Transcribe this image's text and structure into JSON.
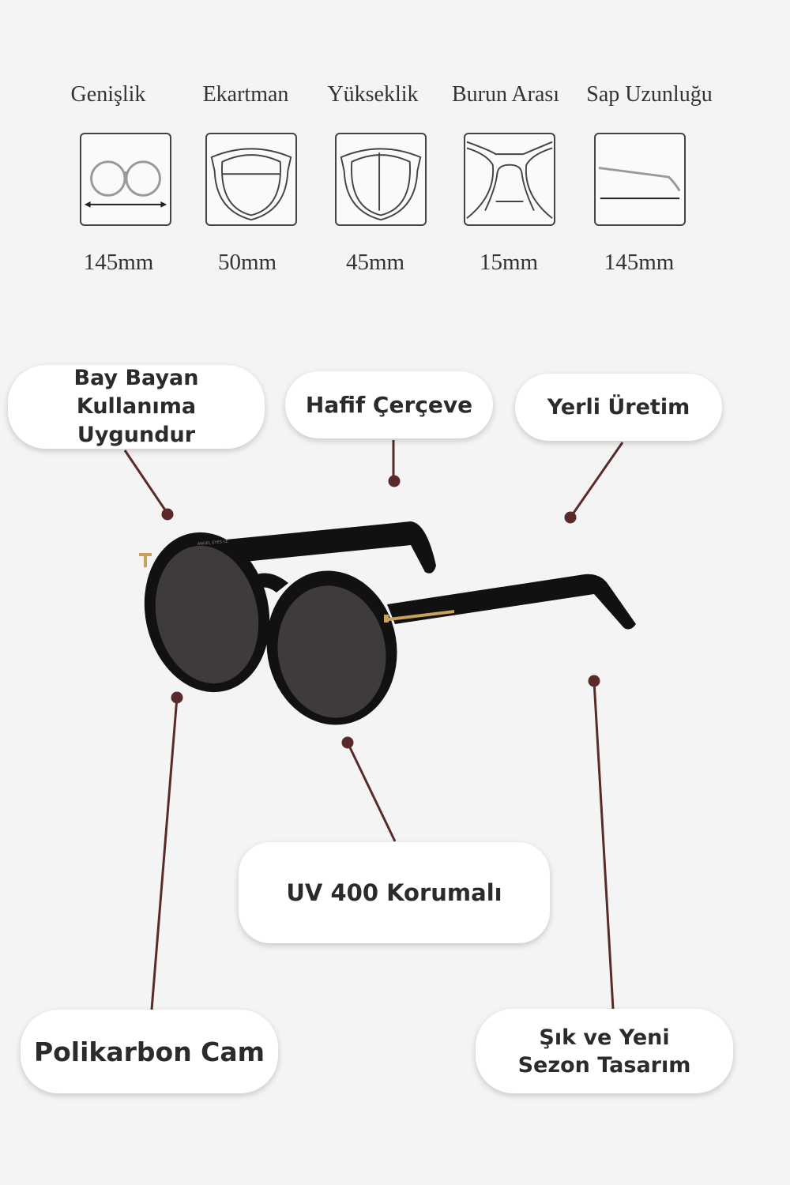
{
  "measurements": [
    {
      "label": "Genişlik",
      "value": "145mm",
      "icon": "frame-width-icon"
    },
    {
      "label": "Ekartman",
      "value": "50mm",
      "icon": "lens-width-icon"
    },
    {
      "label": "Yükseklik",
      "value": "45mm",
      "icon": "lens-height-icon"
    },
    {
      "label": "Burun Arası",
      "value": "15mm",
      "icon": "bridge-width-icon"
    },
    {
      "label": "Sap Uzunluğu",
      "value": "145mm",
      "icon": "temple-length-icon"
    }
  ],
  "features": {
    "unisex": "Bay Bayan Kullanıma Uygundur",
    "light_frame": "Hafif Çerçeve",
    "domestic": "Yerli Üretim",
    "uv": "UV 400 Korumalı",
    "polycarbonate": "Polikarbon Cam",
    "stylish": "Şık ve Yeni Sezon Tasarım"
  },
  "product": {
    "brand_marking": "ANGEL EYES CE",
    "frame_color": "#111111",
    "lens_color": "#3f3b3b",
    "accent_color": "#c9a25a"
  },
  "colors": {
    "background": "#f4f4f4",
    "connector": "#5a2a2a"
  }
}
